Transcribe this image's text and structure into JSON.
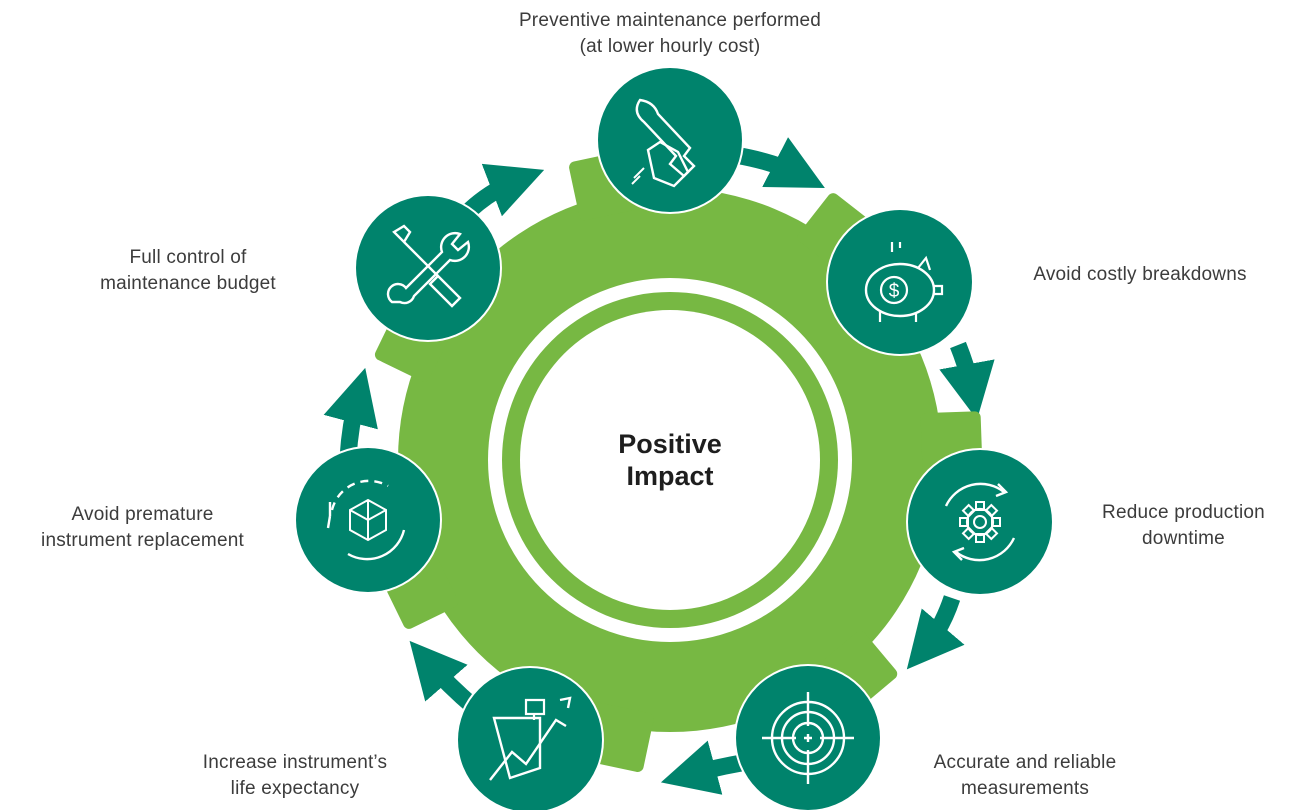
{
  "center": {
    "line1": "Positive",
    "line2": "Impact"
  },
  "nodes": [
    {
      "id": "preventive",
      "icon": "wrench-hand-icon",
      "line1": "Preventive maintenance performed",
      "line2": "(at lower hourly cost)"
    },
    {
      "id": "breakdowns",
      "icon": "piggy-bank-dollar-icon",
      "line1": "Avoid costly breakdowns",
      "line2": ""
    },
    {
      "id": "downtime",
      "icon": "gear-cycle-icon",
      "line1": "Reduce production",
      "line2": "downtime"
    },
    {
      "id": "accurate",
      "icon": "target-crosshair-icon",
      "line1": "Accurate and reliable",
      "line2": "measurements"
    },
    {
      "id": "life",
      "icon": "instrument-growth-icon",
      "line1": "Increase instrument’s",
      "line2": "life expectancy"
    },
    {
      "id": "replacement",
      "icon": "cube-cycle-icon",
      "line1": "Avoid premature",
      "line2": "instrument replacement"
    },
    {
      "id": "budget",
      "icon": "wrench-screwdriver-icon",
      "line1": "Full control of",
      "line2": "maintenance budget"
    }
  ],
  "colors": {
    "gear": "#77b843",
    "node": "#00836c",
    "text": "#3c3c3c",
    "title": "#1e1e1e"
  }
}
